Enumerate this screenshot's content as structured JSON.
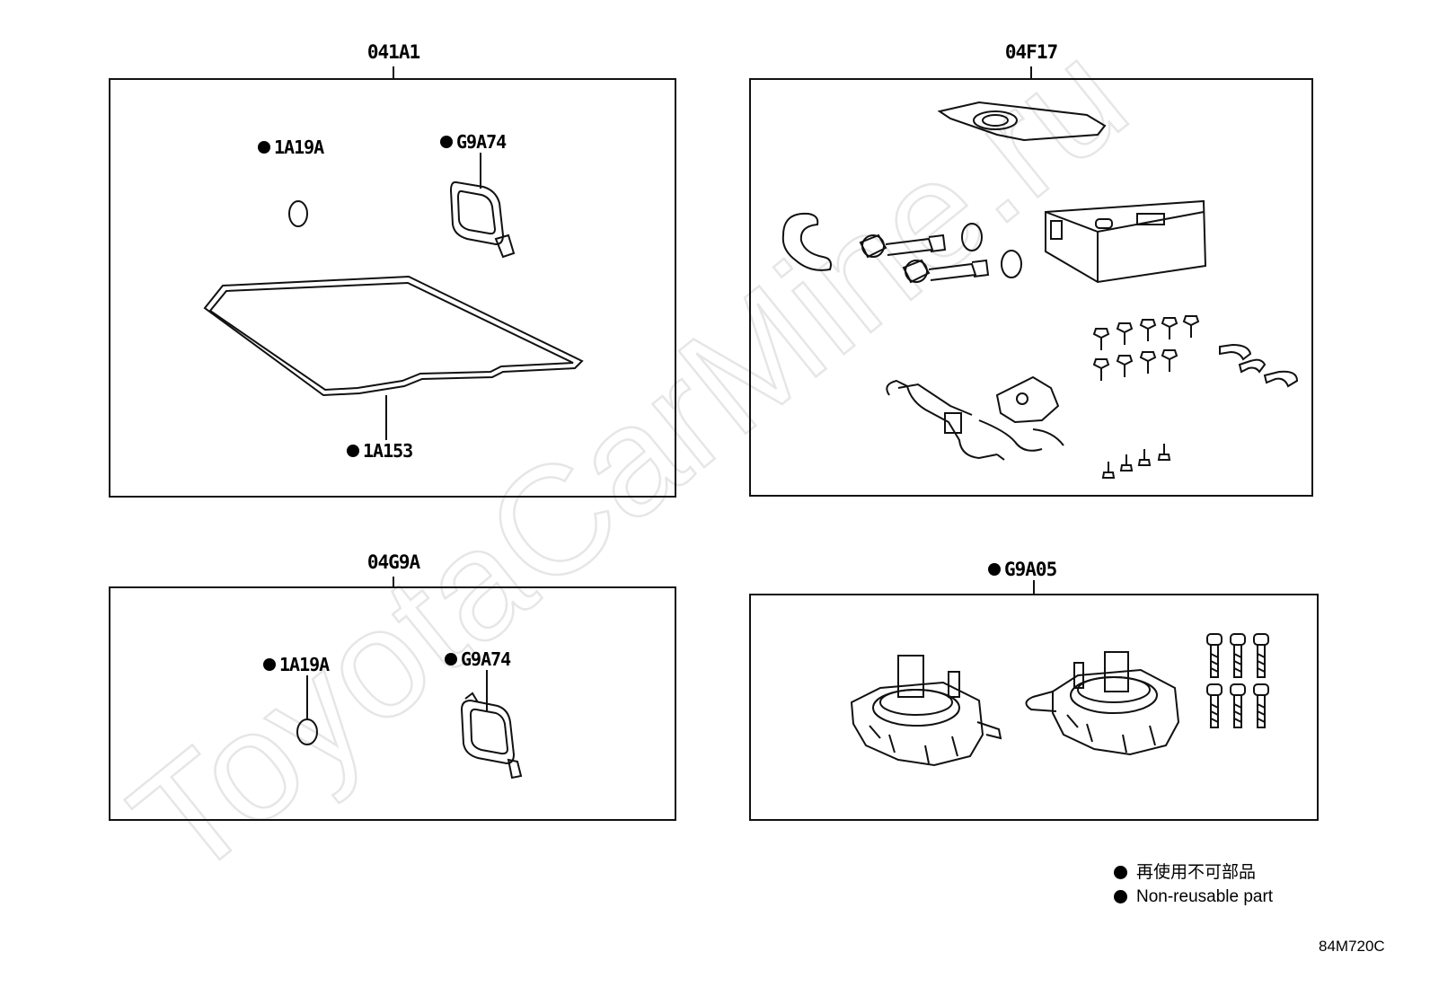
{
  "watermark": "ToyotaCarMine.ru",
  "kits": [
    {
      "code": "041A1",
      "parts": [
        {
          "code": "1A19A",
          "non_reusable": true
        },
        {
          "code": "G9A74",
          "non_reusable": true
        },
        {
          "code": "1A153",
          "non_reusable": true
        }
      ]
    },
    {
      "code": "04F17",
      "parts": []
    },
    {
      "code": "04G9A",
      "parts": [
        {
          "code": "1A19A",
          "non_reusable": true
        },
        {
          "code": "G9A74",
          "non_reusable": true
        }
      ]
    },
    {
      "code": "G9A05",
      "non_reusable": true,
      "parts": []
    }
  ],
  "legend": [
    {
      "text": "再使用不可部品"
    },
    {
      "text": "Non-reusable part"
    }
  ],
  "illustration_code": "84M720C"
}
